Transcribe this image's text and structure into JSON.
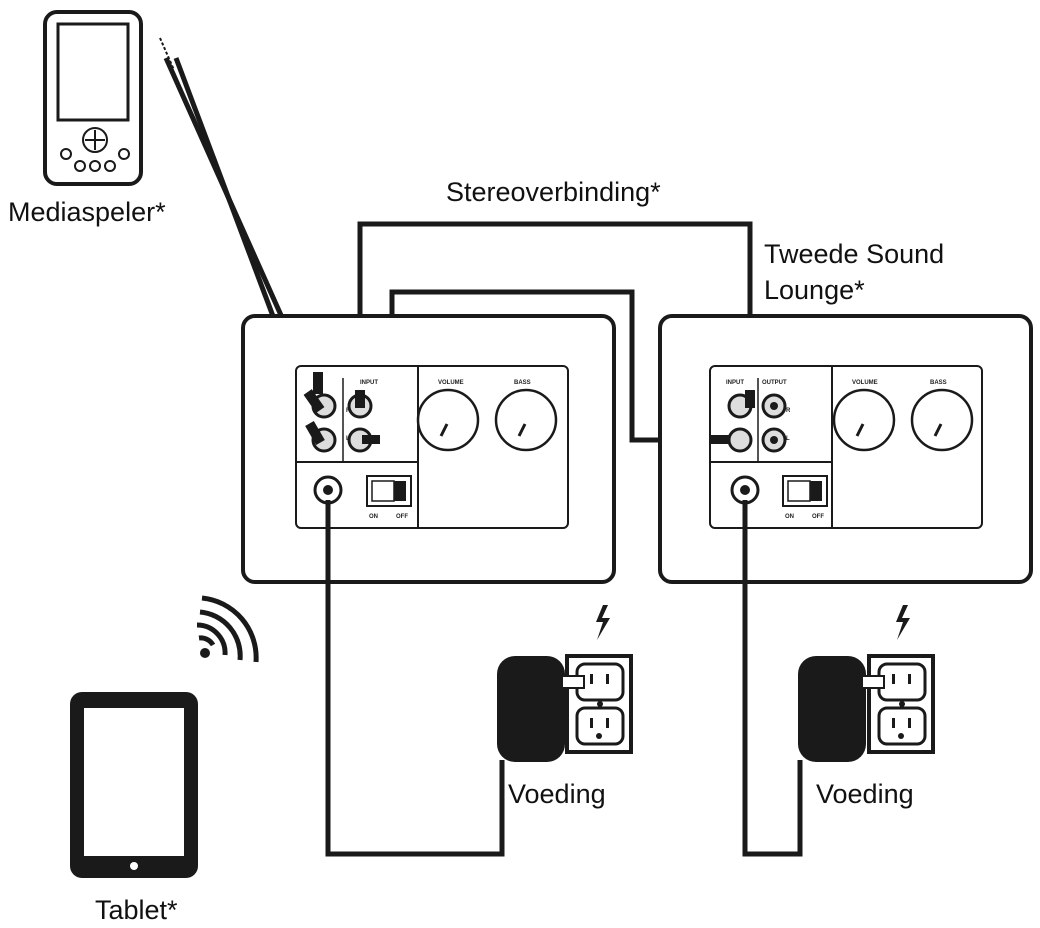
{
  "labels": {
    "media_player": "Mediaspeler*",
    "stereo_link": "Stereoverbinding*",
    "second_speaker_line1": "Tweede Sound",
    "second_speaker_line2": "Lounge*",
    "power_left": "Voeding",
    "power_right": "Voeding",
    "tablet": "Tablet*"
  },
  "panel_text": {
    "input": "INPUT",
    "output": "OUTPUT",
    "volume": "VOLUME",
    "bass": "BASS",
    "r": "R",
    "l": "L",
    "on": "ON",
    "off": "OFF"
  },
  "icons": [
    "media-player-icon",
    "tablet-icon",
    "wireless-signal-icon",
    "lightning-icon",
    "power-outlet-icon",
    "power-adapter-icon"
  ]
}
